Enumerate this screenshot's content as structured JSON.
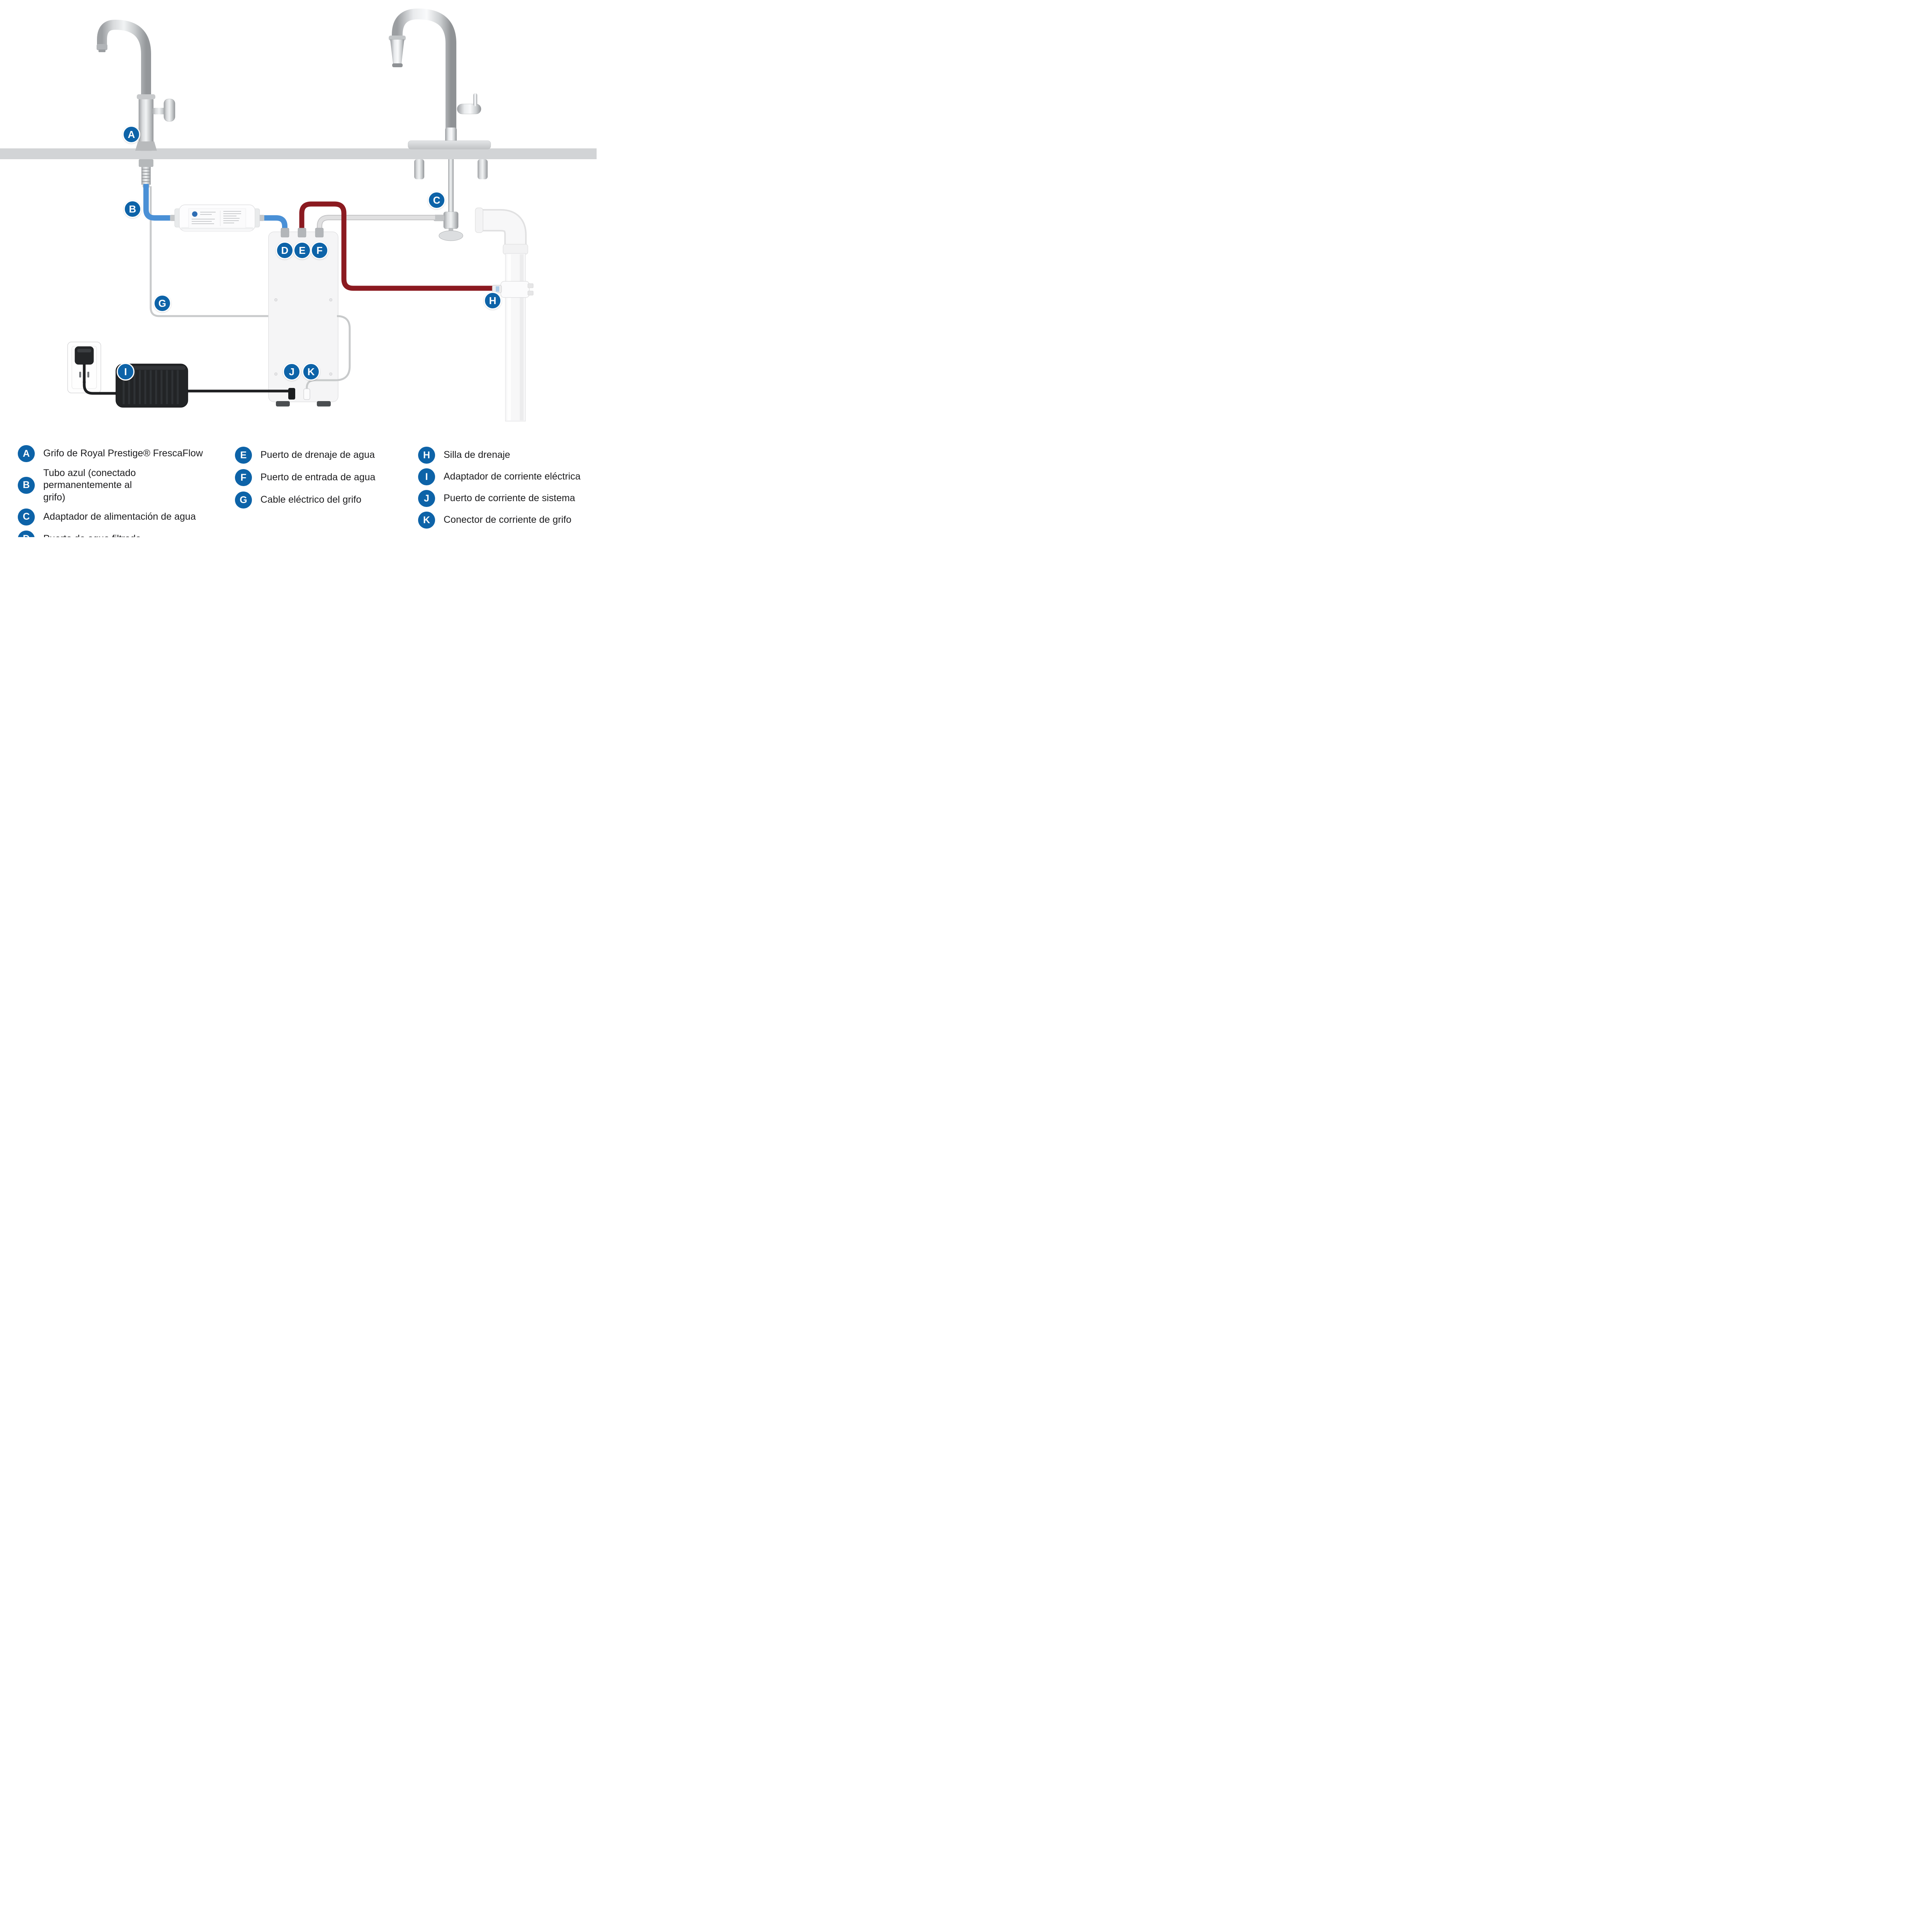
{
  "badges": {
    "a": "A",
    "b": "B",
    "c": "C",
    "d": "D",
    "e": "E",
    "f": "F",
    "g": "G",
    "h": "H",
    "i": "I",
    "j": "J",
    "k": "K"
  },
  "legend": {
    "col1": [
      {
        "letter": "A",
        "text": "Grifo de Royal Prestige® FrescaFlow"
      },
      {
        "letter": "B",
        "text": "Tubo azul (conectado permanentemente al grifo)"
      },
      {
        "letter": "C",
        "text": "Adaptador de alimentación de agua"
      },
      {
        "letter": "D",
        "text": "Puerto de agua filtrada"
      }
    ],
    "col2": [
      {
        "letter": "E",
        "text": "Puerto de drenaje de agua"
      },
      {
        "letter": "F",
        "text": "Puerto de entrada de agua"
      },
      {
        "letter": "G",
        "text": "Cable eléctrico del grifo"
      }
    ],
    "col3": [
      {
        "letter": "H",
        "text": "Silla de drenaje"
      },
      {
        "letter": "I",
        "text": "Adaptador de corriente eléctrica"
      },
      {
        "letter": "J",
        "text": "Puerto de corriente de sistema"
      },
      {
        "letter": "K",
        "text": "Conector de corriente de grifo"
      }
    ]
  },
  "colors": {
    "badge_blue": "#0d63a8",
    "tube_blue": "#4a90d6",
    "tube_red": "#8b1a20",
    "tube_gray": "#d9d9da",
    "countertop_gray": "#d2d4d6"
  }
}
